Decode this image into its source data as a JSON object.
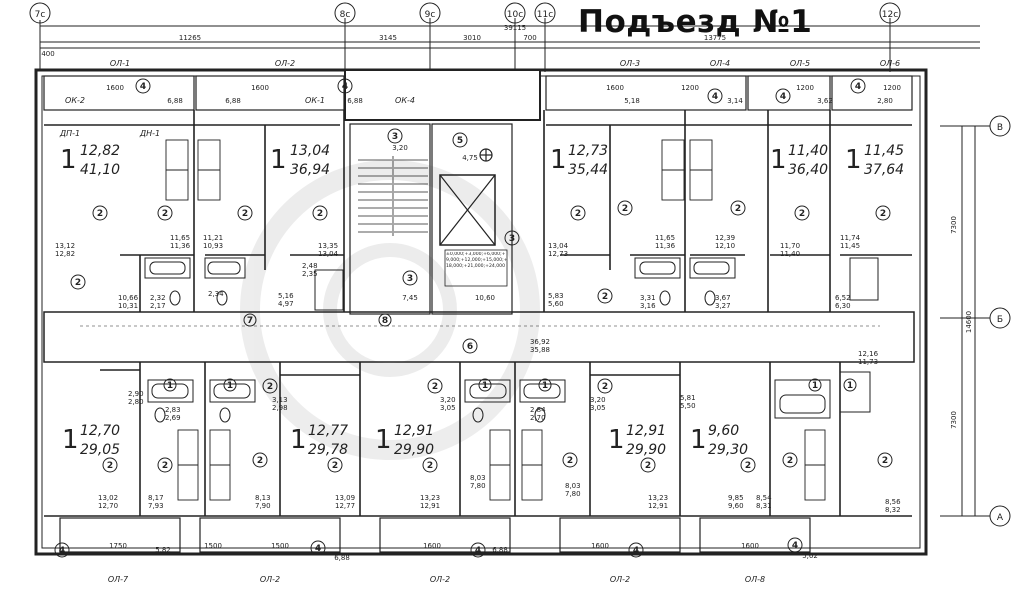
{
  "title": "Подъезд №1",
  "axes_top": [
    {
      "label": "7с"
    },
    {
      "label": "8с"
    },
    {
      "label": "9с"
    },
    {
      "label": "10с"
    },
    {
      "label": "11с"
    },
    {
      "label": "12с"
    }
  ],
  "axes_right": [
    {
      "label": "В"
    },
    {
      "label": "Б"
    },
    {
      "label": "А"
    }
  ],
  "overall_dims_top": {
    "total": "39115",
    "d1": "11265",
    "d2": "3145",
    "d3": "3010",
    "d4": "700",
    "d5": "13775",
    "edge": "400"
  },
  "overall_dims_right": {
    "total": "14600",
    "d1": "7300",
    "d2": "7300"
  },
  "windows_top": [
    {
      "label": "ОЛ-1"
    },
    {
      "label": "ОЛ-2"
    },
    {
      "label": "ОЛ-3"
    },
    {
      "label": "ОЛ-4"
    },
    {
      "label": "ОЛ-5"
    },
    {
      "label": "ОЛ-6"
    }
  ],
  "windows_bottom": [
    {
      "label": "ОЛ-7"
    },
    {
      "label": "ОЛ-2"
    },
    {
      "label": "ОЛ-2"
    },
    {
      "label": "ОЛ-2"
    },
    {
      "label": "ОЛ-8"
    }
  ],
  "apartments_top": [
    {
      "rooms": "1",
      "living": "12,82",
      "total": "41,10"
    },
    {
      "rooms": "1",
      "living": "13,04",
      "total": "36,94"
    },
    {
      "rooms": "1",
      "living": "12,73",
      "total": "35,44"
    },
    {
      "rooms": "1",
      "living": "11,40",
      "total": "36,40"
    },
    {
      "rooms": "1",
      "living": "11,45",
      "total": "37,64"
    }
  ],
  "apartments_bottom": [
    {
      "rooms": "1",
      "living": "12,70",
      "total": "29,05"
    },
    {
      "rooms": "1",
      "living": "12,77",
      "total": "29,78"
    },
    {
      "rooms": "1",
      "living": "12,91",
      "total": "29,90"
    },
    {
      "rooms": "1",
      "living": "12,91",
      "total": "29,90"
    },
    {
      "rooms": "1",
      "living": "9,60",
      "total": "29,30"
    }
  ],
  "core": {
    "stair_area": "3,20",
    "lobby_area": "4,75",
    "hall_area": "7,45",
    "lift_area": "10,60",
    "corridor_area_a": "36,92",
    "corridor_area_b": "35,88",
    "elevator_note": "±0,000;+3,000;+6,000;+9,000;+12,000;+15,000;+18,000;+21,000;+24,000"
  },
  "balcony_dims": {
    "b1": "1600",
    "b2": "1600",
    "b3": "1600",
    "b4": "1200",
    "b5": "1200",
    "b6": "1200",
    "b7": "1750",
    "b8": "1500",
    "b9": "1500",
    "b10": "1600",
    "b11": "1600",
    "b12": "1600"
  },
  "balcony_areas": {
    "a1": "6,88",
    "a2": "6,88",
    "a3": "6,88",
    "a4": "5,18",
    "a5": "3,14",
    "a6": "3,62",
    "a7": "2,80",
    "a8": "5,82",
    "a9": "6,88",
    "a10": "6,88",
    "a11": "5,62"
  },
  "door_labels": {
    "dn": "ДН-1",
    "dp": "ДП-1",
    "ok": "ОК-2",
    "ok1": "ОК-1",
    "ok4": "ОК-4"
  },
  "room_areas_top": [
    "13,12",
    "12,82",
    "11,65",
    "11,36",
    "11,21",
    "10,93",
    "13,35",
    "13,04",
    "10,66",
    "10,31",
    "2,32",
    "2,17",
    "2,34",
    "2,48",
    "2,35",
    "5,16",
    "4,97",
    "5,83",
    "5,60",
    "13,04",
    "12,73",
    "11,65",
    "11,36",
    "12,39",
    "12,10",
    "11,74",
    "11,45",
    "11,70",
    "11,40",
    "3,31",
    "3,16",
    "3,67",
    "3,27",
    "6,52",
    "6,30"
  ],
  "room_areas_bottom": [
    "2,90",
    "2,80",
    "2,83",
    "2,69",
    "13,02",
    "12,70",
    "8,17",
    "7,93",
    "3,13",
    "2,98",
    "8,13",
    "7,90",
    "13,09",
    "12,77",
    "3,20",
    "3,05",
    "13,23",
    "12,91",
    "8,03",
    "7,80",
    "2,84",
    "2,70",
    "3,20",
    "3,05",
    "13,23",
    "12,91",
    "8,03",
    "7,80",
    "5,81",
    "5,50",
    "9,85",
    "9,60",
    "8,54",
    "8,31",
    "12,16",
    "11,73",
    "8,56",
    "8,32"
  ],
  "markers": [
    "1",
    "2",
    "3",
    "4",
    "5",
    "6",
    "7",
    "8"
  ]
}
